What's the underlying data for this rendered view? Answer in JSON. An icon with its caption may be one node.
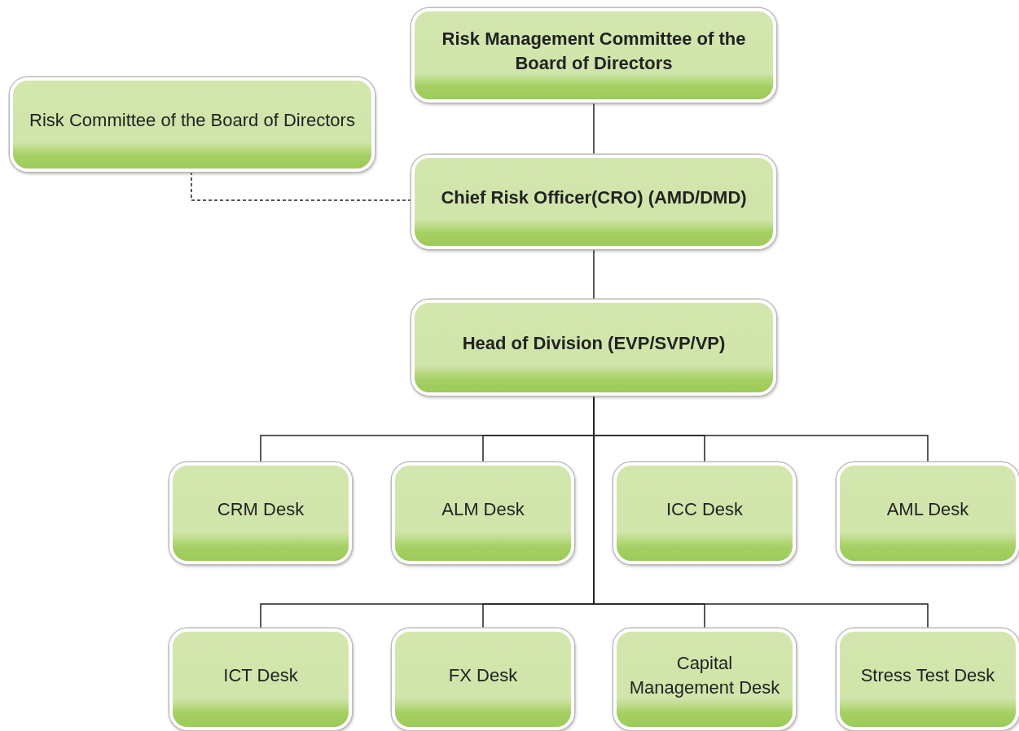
{
  "diagram": {
    "nodes": [
      {
        "text": [
          "Risk Management Committee of the Board of Directors"
        ]
      },
      {
        "text": [
          "Risk Committee of the Board of Directors"
        ]
      },
      {
        "text": [
          "Chief Risk Officer(CRO) (AMD/DMD)"
        ]
      },
      {
        "text": [
          "Head of Division (EVP/SVP/VP)"
        ]
      },
      {
        "text": [
          "CRM Desk"
        ]
      },
      {
        "text": [
          "ALM Desk"
        ]
      },
      {
        "text": [
          "ICC Desk"
        ]
      },
      {
        "text": [
          "AML Desk"
        ]
      },
      {
        "text": [
          "ICT Desk"
        ]
      },
      {
        "text": [
          "FX Desk"
        ]
      },
      {
        "text": [
          "Capital Management Desk"
        ]
      },
      {
        "text": [
          "Stress Test Desk"
        ]
      }
    ],
    "edges": [
      {
        "from": 0,
        "to": 2,
        "arrow": "none"
      },
      {
        "from": 1,
        "to": 2,
        "arrow": "none",
        "style": "dashed"
      },
      {
        "from": 2,
        "to": 3,
        "arrow": "none"
      },
      {
        "from": 3,
        "to": 4,
        "arrow": "none"
      },
      {
        "from": 3,
        "to": 5,
        "arrow": "none"
      },
      {
        "from": 3,
        "to": 6,
        "arrow": "none"
      },
      {
        "from": 3,
        "to": 7,
        "arrow": "none"
      },
      {
        "from": 3,
        "to": 8,
        "arrow": "none"
      },
      {
        "from": 3,
        "to": 9,
        "arrow": "none"
      },
      {
        "from": 3,
        "to": 10,
        "arrow": "none"
      },
      {
        "from": 3,
        "to": 11,
        "arrow": "none"
      }
    ]
  }
}
